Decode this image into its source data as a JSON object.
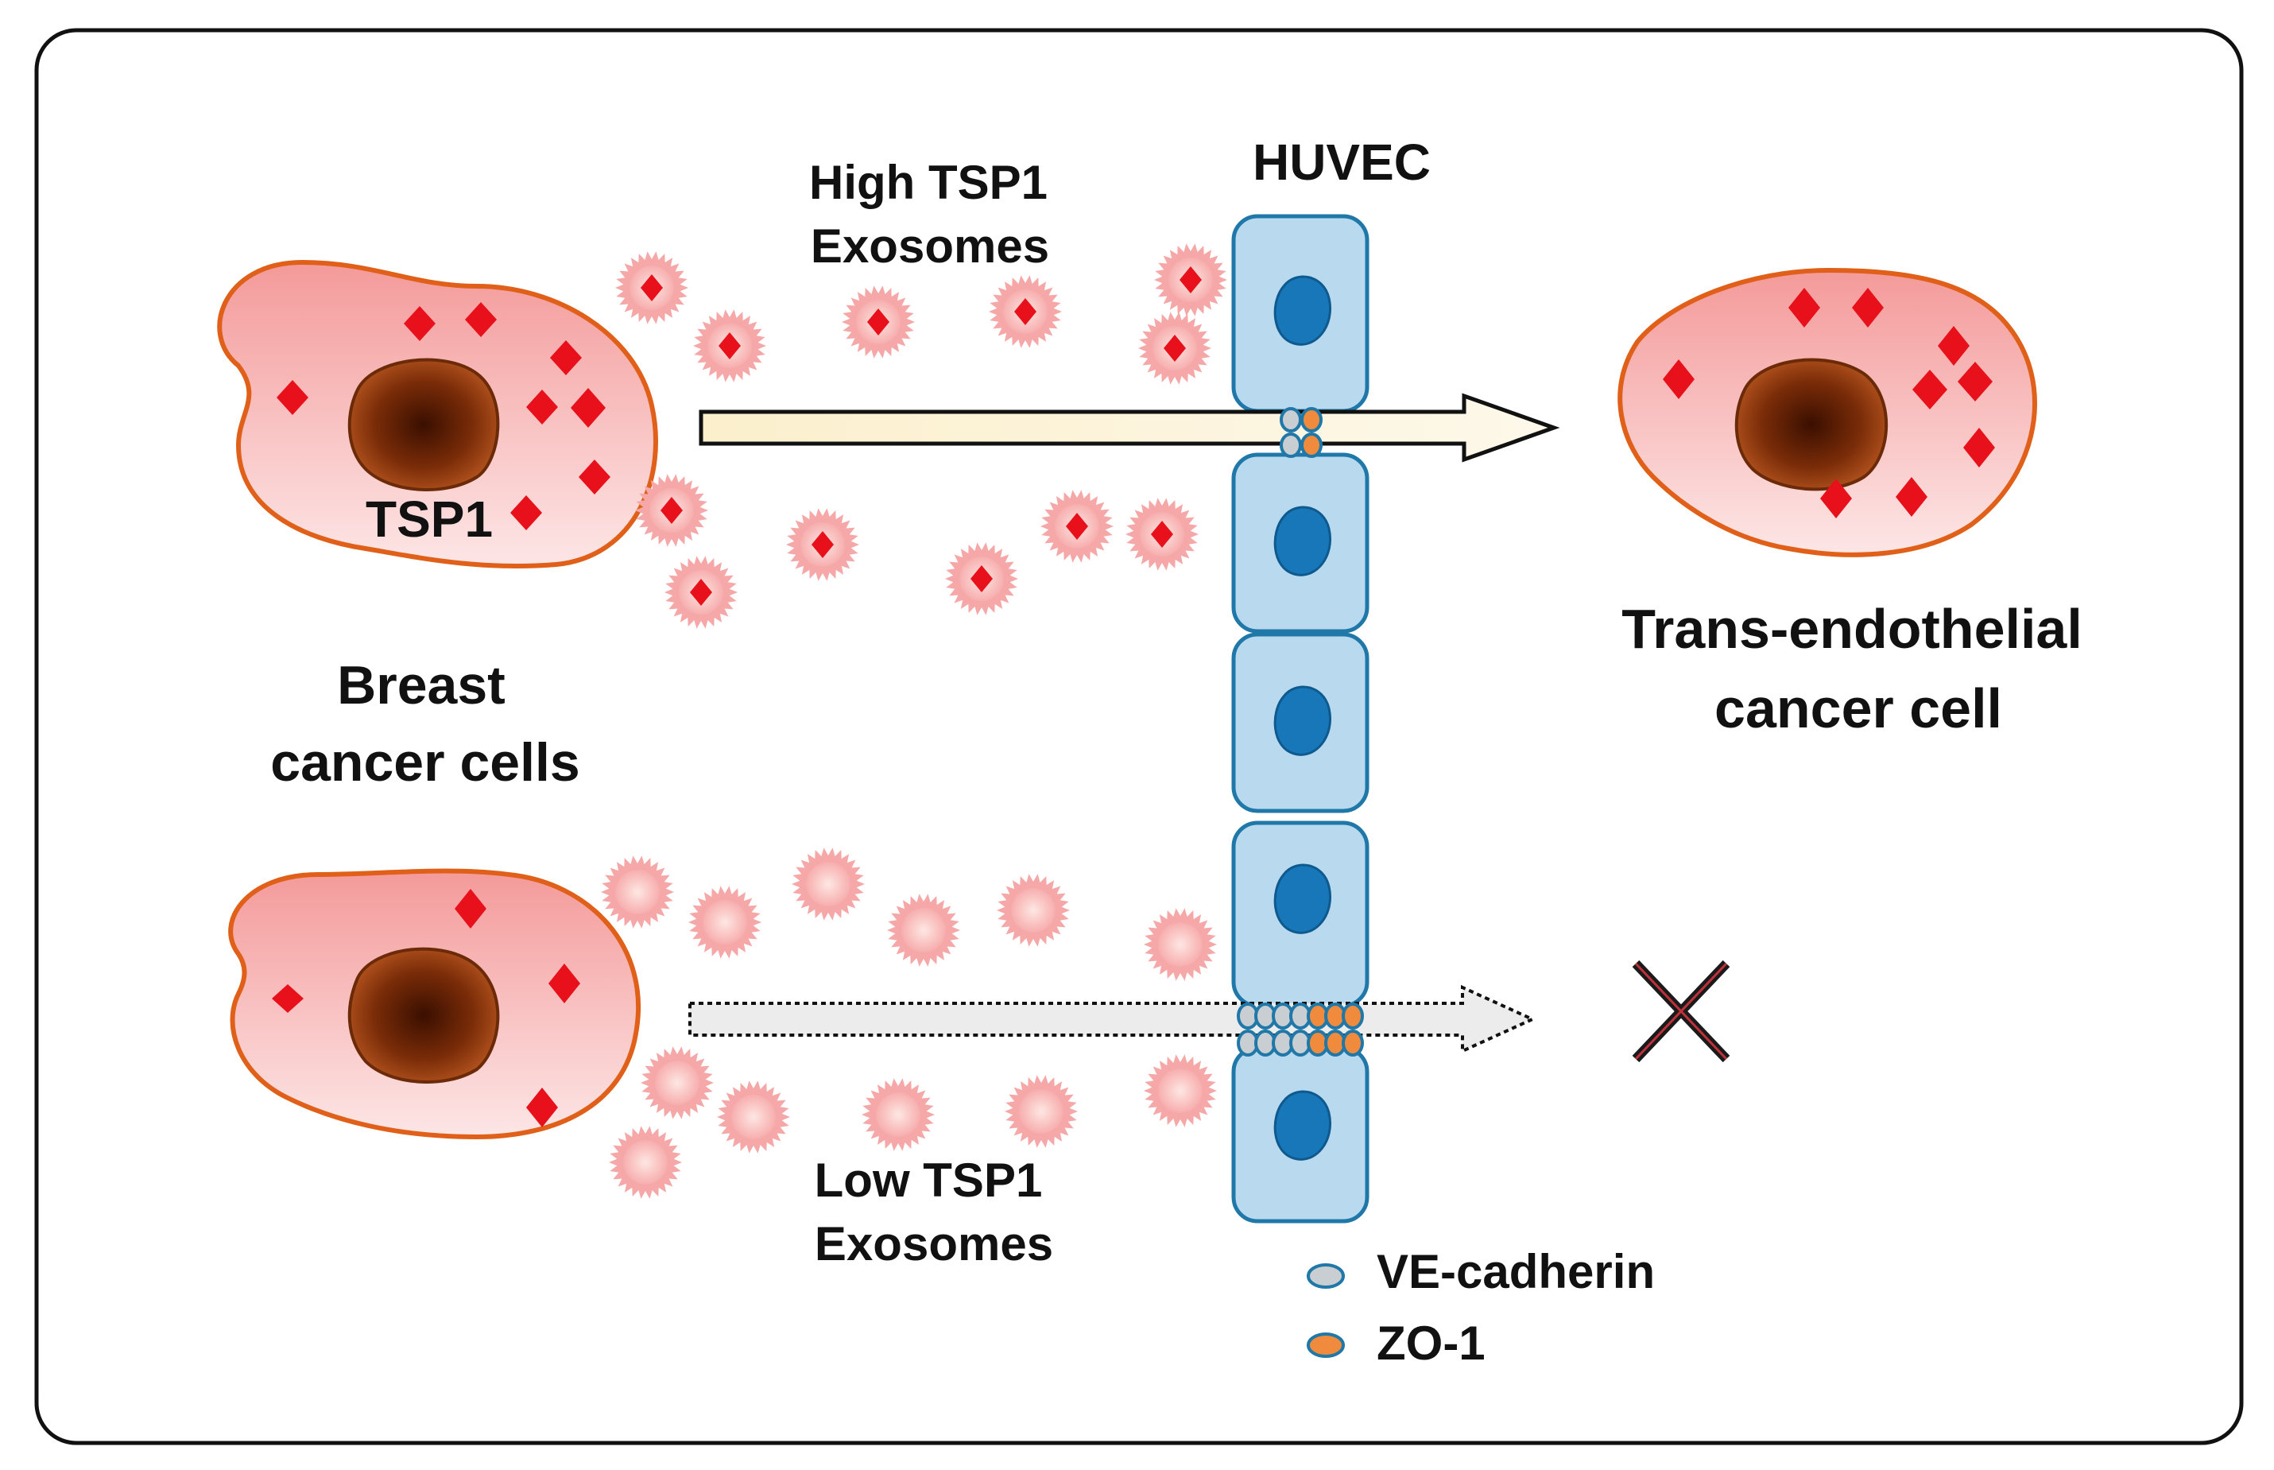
{
  "labels": {
    "huvec": "HUVEC",
    "high_exosomes_line1": "High TSP1",
    "high_exosomes_line2": "Exosomes",
    "low_exosomes_line1": "Low TSP1",
    "low_exosomes_line2": "Exosomes",
    "tsp1": "TSP1",
    "breast_line1": "Breast",
    "breast_line2": "cancer cells",
    "trans_line1": "Trans-endothelial",
    "trans_line2": "cancer cell"
  },
  "legend": [
    {
      "label": "VE-cadherin",
      "color": "#c8ced2"
    },
    {
      "label": "ZO-1",
      "color": "#f08a3c"
    }
  ],
  "colors": {
    "cell_fill_top": "#f4a3a3",
    "cell_fill_bottom": "#fde4e4",
    "cell_outline": "#e0601a",
    "nucleus_dark": "#5a1f00",
    "tsp1_marker": "#e8101a",
    "endothelial_fill": "#b9d9ef",
    "endothelial_outline": "#1f78a8",
    "endothelial_nucleus": "#1877b8",
    "arrow_fill": "#fdf3d6",
    "block_mark": "#1a1a1a",
    "block_mark_inner": "#c0303a"
  },
  "icons": {
    "blocked_transmigration": "cross-icon",
    "migration_arrow": "arrow-right-icon",
    "dotted_arrow": "dotted-arrow-right-icon"
  }
}
